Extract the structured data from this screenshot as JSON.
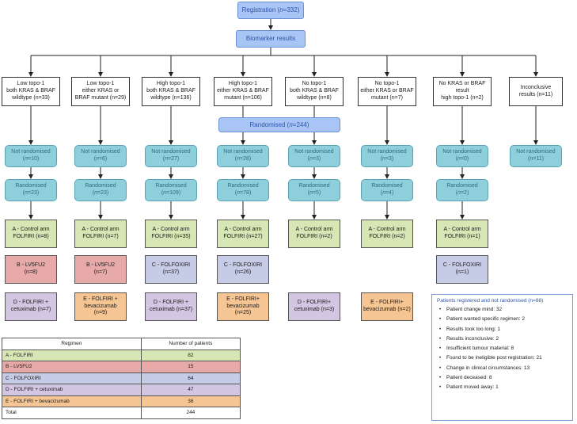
{
  "registration": {
    "label": "Registration (",
    "n": "n",
    "value": "=332)"
  },
  "biomarker": "Biomarker results",
  "randomised_total": {
    "label": "Randomised (",
    "n": "n",
    "value": "=244)"
  },
  "groups": [
    {
      "lines": [
        "Low topo-1",
        "both KRAS & BRAF",
        "wildtype (n=33)"
      ],
      "not_rand": "=10",
      "rand": "=23",
      "arms": [
        {
          "lines": [
            "A - Control arm",
            "FOLFIRI (n=8)"
          ],
          "color": "green"
        },
        {
          "lines": [
            "B - LV5FU2",
            "(n=8)"
          ],
          "color": "pink"
        },
        {
          "lines": [
            "D - FOLFIRI +",
            "cetuximab (n=7)"
          ],
          "color": "purple"
        }
      ]
    },
    {
      "lines": [
        "Low topo-1",
        "either KRAS or",
        "BRAF mutant (n=29)"
      ],
      "not_rand": "=6",
      "rand": "=23",
      "arms": [
        {
          "lines": [
            "A - Control arm",
            "FOLFIRI (n=7)"
          ],
          "color": "green"
        },
        {
          "lines": [
            "B - LV5FU2",
            "(n=7)"
          ],
          "color": "pink"
        },
        {
          "lines": [
            "E - FOLFIRI +",
            "bevacizumab",
            "(n=9)"
          ],
          "color": "orange"
        }
      ]
    },
    {
      "lines": [
        "High topo-1",
        "both KRAS & BRAF",
        "wildtype (n=136)"
      ],
      "not_rand": "=27",
      "rand": "=109",
      "arms": [
        {
          "lines": [
            "A - Control arm",
            "FOLFIRI (n=35)"
          ],
          "color": "green"
        },
        {
          "lines": [
            "C - FOLFOXIRI",
            "(n=37)"
          ],
          "color": "lblue"
        },
        {
          "lines": [
            "D - FOLFIRI +",
            "cetuximab (n=37)"
          ],
          "color": "purple"
        }
      ]
    },
    {
      "lines": [
        "High topo-1",
        "either KRAS & BRAF",
        "mutant (n=106)"
      ],
      "not_rand": "=28",
      "rand": "=78",
      "arms": [
        {
          "lines": [
            "A - Control arm",
            "FOLFIRI (n=27)"
          ],
          "color": "green"
        },
        {
          "lines": [
            "C - FOLFOXIRI",
            "(n=26)"
          ],
          "color": "lblue"
        },
        {
          "lines": [
            "E - FOLFIRI+",
            "bevacizumab (n=25)"
          ],
          "color": "orange"
        }
      ]
    },
    {
      "lines": [
        "No topo-1",
        "both KRAS & BRAF",
        "wildtype (n=8)"
      ],
      "not_rand": "=3",
      "rand": "=5",
      "arms": [
        {
          "lines": [
            "A - Control arm",
            "FOLFIRI (n=2)"
          ],
          "color": "green"
        },
        null,
        {
          "lines": [
            "D - FOLFIRI+",
            "cetuximab (n=3)"
          ],
          "color": "purple"
        }
      ]
    },
    {
      "lines": [
        "No topo-1",
        "either KRAS or BRAF",
        "mutant (n=7)"
      ],
      "not_rand": "=3",
      "rand": "=4",
      "arms": [
        {
          "lines": [
            "A - Control arm",
            "FOLFIRI (n=2)"
          ],
          "color": "green"
        },
        null,
        {
          "lines": [
            "E - FOLFIRI+",
            "bevacizumab (n=2)"
          ],
          "color": "orange"
        }
      ]
    },
    {
      "lines": [
        "No KRAS or BRAF",
        "result",
        "high topo-1 (n=2)"
      ],
      "not_rand": "=0",
      "rand": "=2",
      "arms": [
        {
          "lines": [
            "A - Control arm",
            "FOLFIRI (n=1)"
          ],
          "color": "green"
        },
        {
          "lines": [
            "C - FOLFOXIRI",
            "(n=1)"
          ],
          "color": "lblue"
        },
        null
      ]
    },
    {
      "lines": [
        "Inconclusive",
        "results (n=11)"
      ],
      "not_rand": "=11",
      "rand": null,
      "arms": []
    }
  ],
  "not_randomised_label": "Not randomised",
  "randomised_label": "Randomised",
  "table": {
    "headers": [
      "Regimen",
      "Number of patients"
    ],
    "rows": [
      {
        "regimen": "A - FOLFIRI",
        "count": "82",
        "color": "#d7e6b5"
      },
      {
        "regimen": "B - LV5FU2",
        "count": "15",
        "color": "#e7aaa9"
      },
      {
        "regimen": "C - FOLFOXIRI",
        "count": "64",
        "color": "#c6cbe6"
      },
      {
        "regimen": "D - FOLFIRI + cetuximab",
        "count": "47",
        "color": "#d3c6e2"
      },
      {
        "regimen": "E - FOLFIRI + bevacizumab",
        "count": "36",
        "color": "#f6c594"
      },
      {
        "regimen": "Total",
        "count": "244",
        "color": "#ffffff"
      }
    ]
  },
  "panel": {
    "title": "Patients registered and not randomised (n=88)",
    "items": [
      "Patient change mind: 32",
      "Patient wanted specific regimen: 2",
      "Results took too long: 1",
      "Results inconclusive: 2",
      "Insufficient tumour material: 8",
      "Found to be ineligible post registration: 21",
      "Change in clinical circumstances: 13",
      "Patient deceased: 8",
      "Patient moved away: 1"
    ]
  }
}
